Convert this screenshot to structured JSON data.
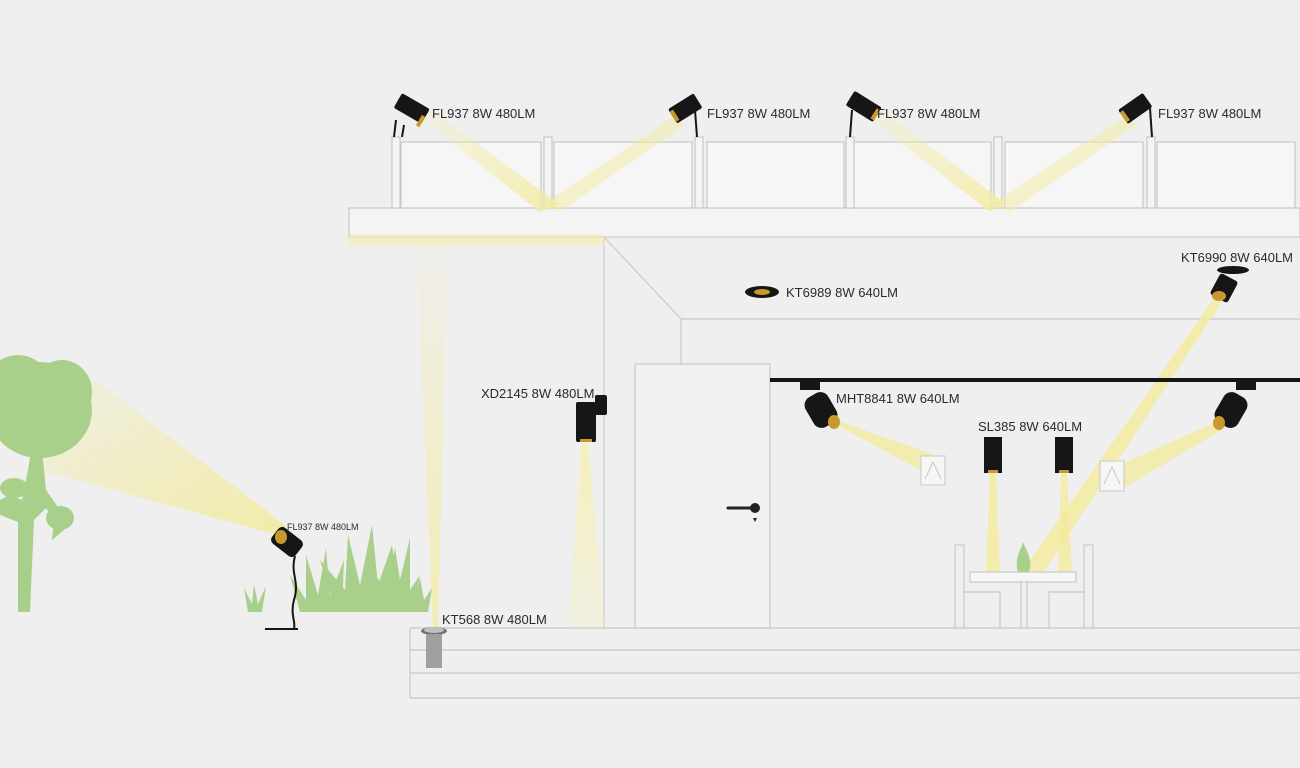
{
  "colors": {
    "background": "#efefef",
    "beam": "#f3eba0",
    "fixture": "#161616",
    "fixture_glow": "#c89a2e",
    "greenery": "#a9d08b",
    "structure_line": "#c8c8c8"
  },
  "labels": {
    "fl937_a": "FL937 8W 480LM",
    "fl937_b": "FL937 8W 480LM",
    "fl937_c": "FL937 8W 480LM",
    "fl937_d": "FL937 8W 480LM",
    "fl937_spike": "FL937 8W 480LM",
    "kt6989": "KT6989 8W 640LM",
    "kt6990": "KT6990 8W 640LM",
    "xd2145": "XD2145 8W 480LM",
    "mht8841": "MHT8841 8W 640LM",
    "sl385": "SL385 8W 640LM",
    "kt568": "KT568 8W 480LM"
  },
  "icons": {
    "spotlight": "spotlight-icon",
    "tree": "tree-icon",
    "grass": "grass-icon",
    "door": "door-icon",
    "table": "table-icon",
    "picture": "picture-icon"
  }
}
